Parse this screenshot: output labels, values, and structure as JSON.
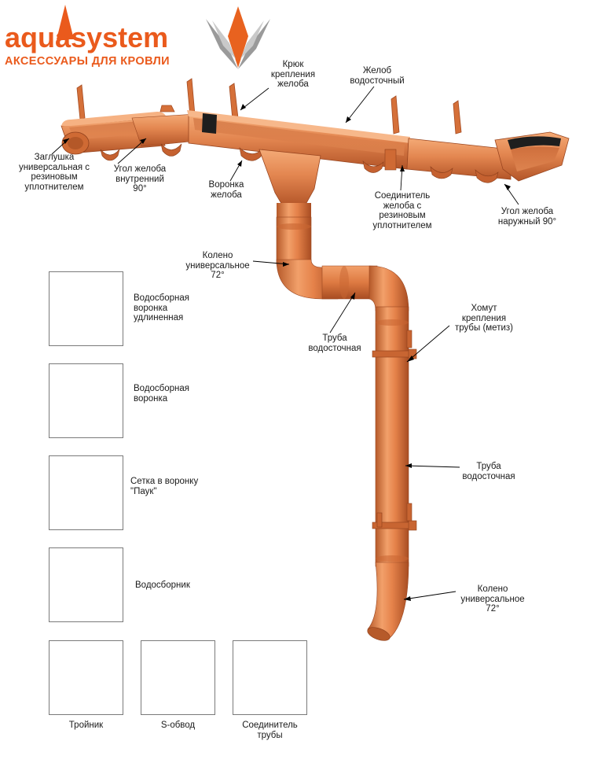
{
  "brand": {
    "name": "aquasystem",
    "subtitle": "АКСЕССУАРЫ ДЛЯ КРОВЛИ",
    "color": "#ea5a1c"
  },
  "colors": {
    "copper_light": "#ef9a63",
    "copper_mid": "#d9733c",
    "copper_dark": "#a84d22",
    "rubber": "#1e1e1e",
    "leader": "#000000",
    "box_border": "#7a7a7a"
  },
  "callouts": {
    "hook": "Крюк\nкрепления\nжелоба",
    "gutter": "Желоб\nводосточный",
    "end_cap": "Заглушка\nуниверсальная с\nрезиновым\nуплотнителем",
    "inner_corner": "Угол желоба\nвнутренний\n90°",
    "funnel": "Воронка\nжелоба",
    "gutter_connector": "Соединитель\nжелоба с\nрезиновым\nуплотнителем",
    "outer_corner": "Угол желоба\nнаружный 90°",
    "elbow_top": "Колено\nуниверсальное\n72°",
    "pipe_upper": "Труба\nводосточная",
    "clamp": "Хомут\nкрепления\nтрубы (метиз)",
    "pipe_lower": "Труба\nводосточная",
    "elbow_bottom": "Колено\nуниверсальное\n72°"
  },
  "accessories": [
    {
      "label": "Водосборная\nворонка\nудлиненная",
      "icon": "extended-funnel-icon"
    },
    {
      "label": "Водосборная\nворонка",
      "icon": "funnel-icon"
    },
    {
      "label": "Сетка в воронку\n\"Паук\"",
      "icon": "spider-mesh-icon"
    },
    {
      "label": "Водосборник",
      "icon": "water-collector-icon"
    },
    {
      "label": "Тройник",
      "icon": "tee-icon"
    },
    {
      "label": "S-обвод",
      "icon": "s-bend-icon"
    },
    {
      "label": "Соединитель\nтрубы",
      "icon": "pipe-connector-icon"
    }
  ]
}
